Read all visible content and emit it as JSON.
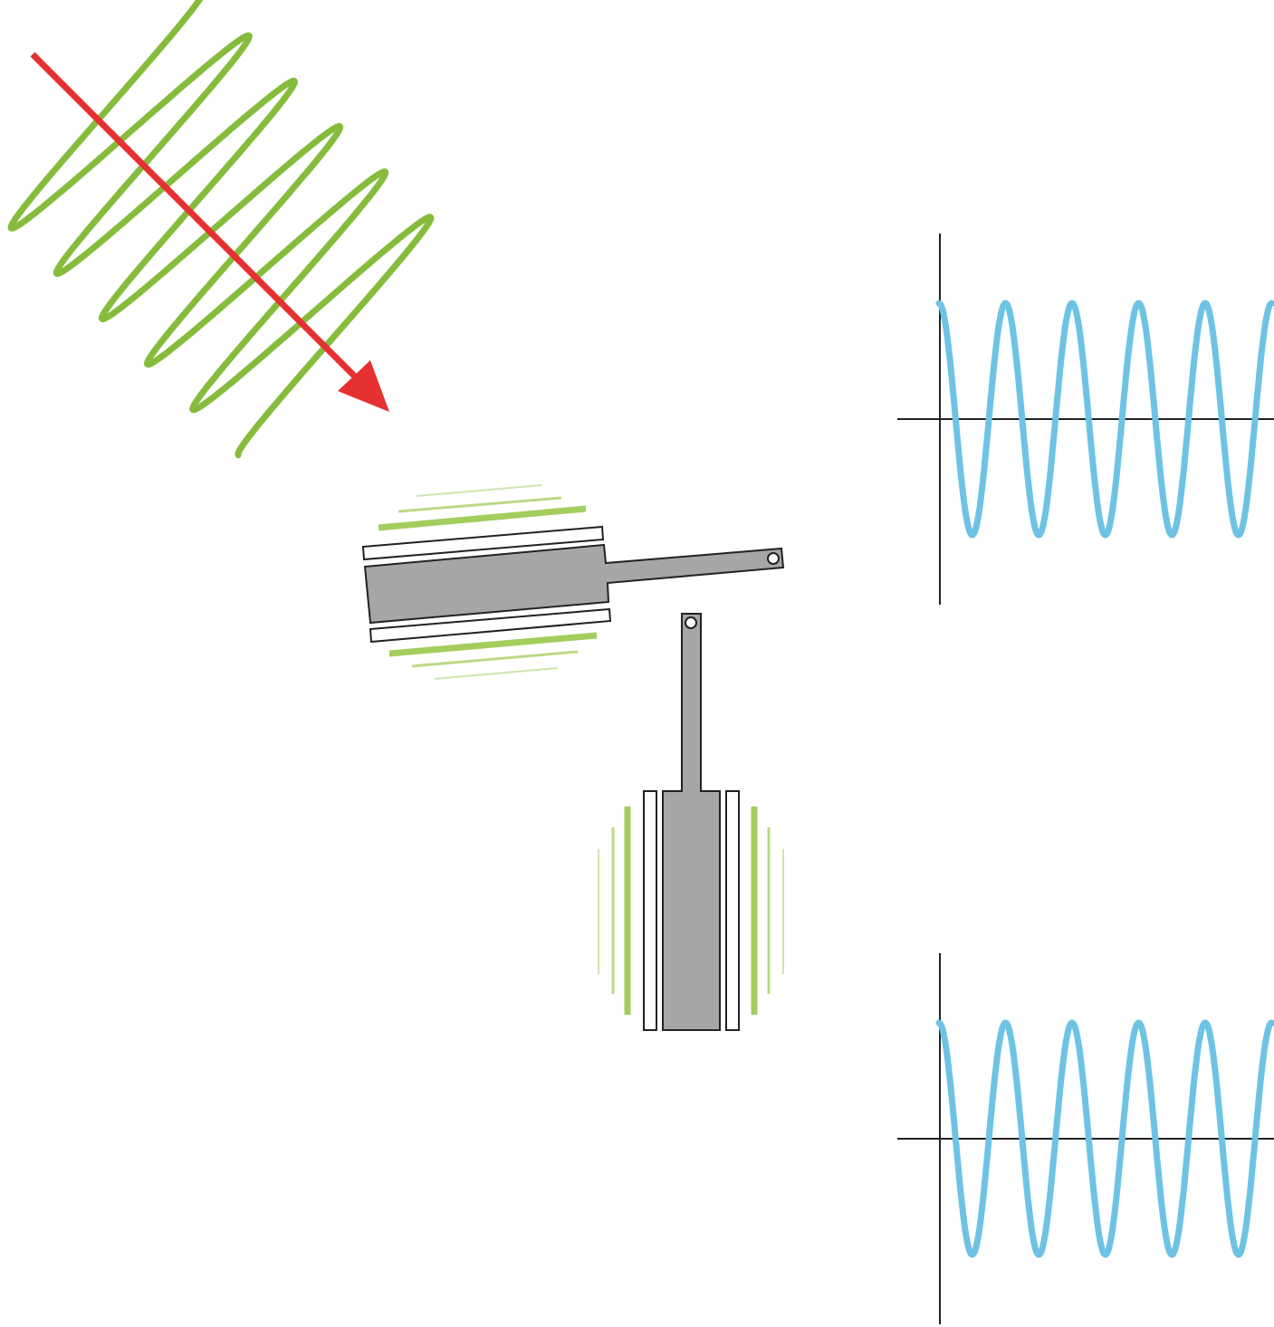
{
  "diagram": {
    "colors": {
      "background": "#ffffff",
      "incident_wave": "#86bc3c",
      "propagation_arrow": "#e53132",
      "antenna_body": "#a6a6a6",
      "antenna_outline": "#222222",
      "field_lines": "#a3cd5d",
      "signal": "#6ec3e4",
      "axes": "#222222"
    },
    "incident_wave": {
      "icon": "zigzag-wave-icon",
      "cycles": 5.5
    },
    "propagation_arrow": {
      "icon": "arrow-down-right-icon"
    },
    "antennas": [
      {
        "name": "tilted-antenna",
        "icon": "antenna-icon"
      },
      {
        "name": "vertical-antenna",
        "icon": "antenna-icon"
      }
    ],
    "signal_plots": [
      {
        "name": "upper-signal-plot",
        "cycles": 5,
        "amplitude": 1,
        "waveform": "cosine"
      },
      {
        "name": "lower-signal-plot",
        "cycles": 5,
        "amplitude": 1,
        "waveform": "cosine"
      }
    ]
  }
}
